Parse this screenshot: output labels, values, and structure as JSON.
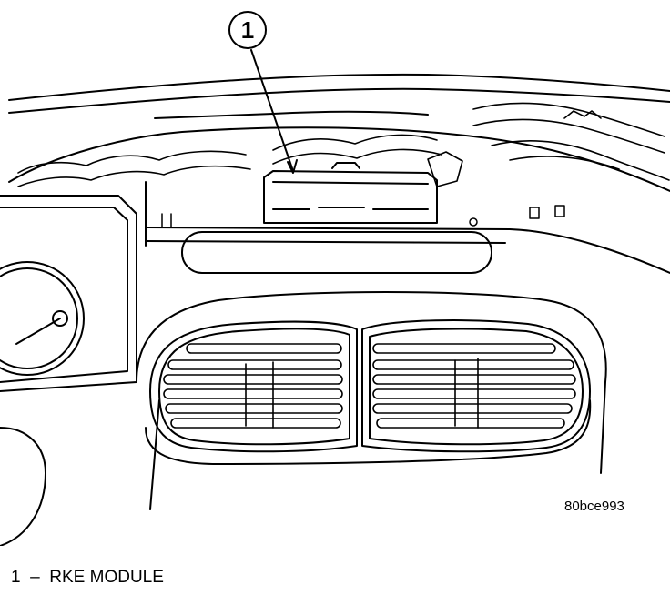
{
  "callout": {
    "number": "1"
  },
  "figure_id": "80bce993",
  "legend": [
    {
      "number": "1",
      "separator": "–",
      "label": "RKE MODULE"
    }
  ]
}
